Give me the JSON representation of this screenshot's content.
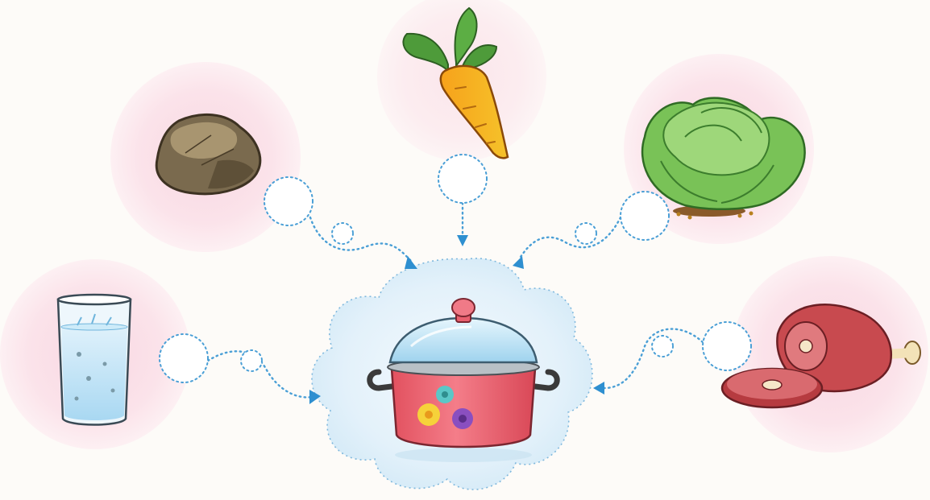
{
  "diagram": {
    "center": {
      "name": "cooking-pot",
      "label": ""
    },
    "ingredients": [
      {
        "id": "stone",
        "label": ""
      },
      {
        "id": "carrot",
        "label": ""
      },
      {
        "id": "cabbage",
        "label": ""
      },
      {
        "id": "water",
        "label": ""
      },
      {
        "id": "meat",
        "label": ""
      }
    ]
  },
  "colors": {
    "background": "#fdfbf8",
    "halo": "#fbe2ea",
    "connector": "#4a9fd6",
    "cloud": "#e6f3fb",
    "pot_body": "#ef6d7a",
    "pot_lid": "#bfe6f6"
  }
}
